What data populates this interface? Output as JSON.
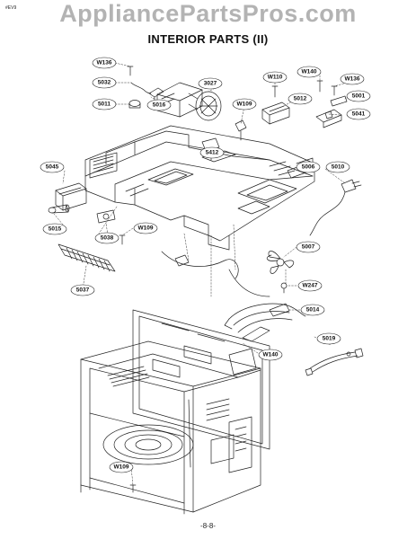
{
  "header": {
    "model_code": "#EV9",
    "watermark": "AppliancePartsPros.com",
    "title": "INTERIOR PARTS (II)"
  },
  "footer": {
    "page_number": "-8-8-"
  },
  "parts": [
    {
      "id": "W136a",
      "label": "W136"
    },
    {
      "id": "5032",
      "label": "5032"
    },
    {
      "id": "5011",
      "label": "5011"
    },
    {
      "id": "5016",
      "label": "5016"
    },
    {
      "id": "3027",
      "label": "3027"
    },
    {
      "id": "W109a",
      "label": "W109"
    },
    {
      "id": "W110",
      "label": "W110"
    },
    {
      "id": "5012",
      "label": "5012"
    },
    {
      "id": "W140a",
      "label": "W140"
    },
    {
      "id": "W136b",
      "label": "W136"
    },
    {
      "id": "5001",
      "label": "5001"
    },
    {
      "id": "5041",
      "label": "5041"
    },
    {
      "id": "5412",
      "label": "5412"
    },
    {
      "id": "5006",
      "label": "5006"
    },
    {
      "id": "5010",
      "label": "5010"
    },
    {
      "id": "5045",
      "label": "5045"
    },
    {
      "id": "5015",
      "label": "5015"
    },
    {
      "id": "5038",
      "label": "5038"
    },
    {
      "id": "W109b",
      "label": "W109"
    },
    {
      "id": "5007",
      "label": "5007"
    },
    {
      "id": "W247",
      "label": "W247"
    },
    {
      "id": "5037",
      "label": "5037"
    },
    {
      "id": "5014",
      "label": "5014"
    },
    {
      "id": "5019",
      "label": "5019"
    },
    {
      "id": "W140b",
      "label": "W140"
    },
    {
      "id": "W109c",
      "label": "W109"
    }
  ]
}
